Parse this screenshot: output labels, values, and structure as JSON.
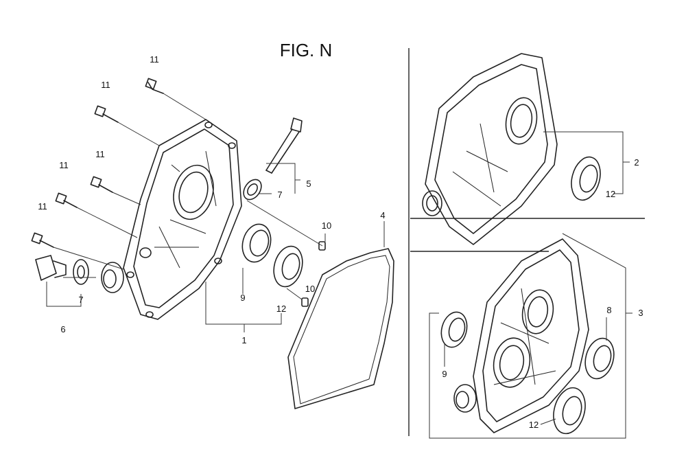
{
  "title": "FIG. N",
  "callouts": {
    "p1": "1",
    "p2": "2",
    "p3": "3",
    "p4": "4",
    "p5": "5",
    "p6": "6",
    "p7a": "7",
    "p7b": "7",
    "p8": "8",
    "p9a": "9",
    "p9b": "9",
    "p10a": "10",
    "p10b": "10",
    "p11a": "11",
    "p11b": "11",
    "p11c": "11",
    "p11d": "11",
    "p11e": "11",
    "p12a": "12",
    "p12b": "12",
    "p12c": "12"
  },
  "colors": {
    "line": "#222222",
    "background": "#ffffff"
  }
}
